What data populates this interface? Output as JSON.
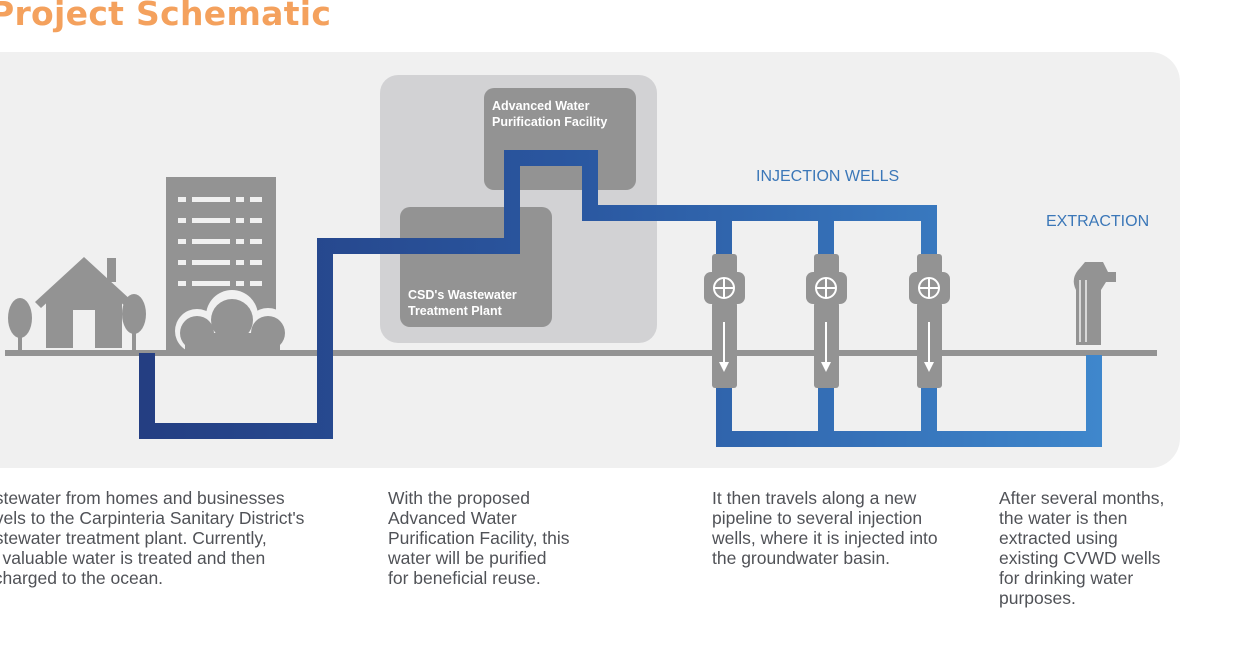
{
  "title": "Project Schematic",
  "labels": {
    "awpf": [
      "Advanced Water",
      "Purification Facility"
    ],
    "csd": [
      "CSD's Wastewater",
      "Treatment Plant"
    ],
    "injection": "INJECTION WELLS",
    "extraction": "EXTRACTION"
  },
  "captions": [
    "astewater from homes and businesses\navels to the Carpinteria Sanitary District's\nastewater treatment plant. Currently,\nis valuable water is treated and then\nscharged to the ocean.",
    "With the proposed\nAdvanced Water\nPurification Facility, this\nwater will be purified\nfor beneficial reuse.",
    "It then travels along a new\npipeline to several injection\nwells, where it is injected into\nthe groundwater basin.",
    "After several months,\nthe water is then\nextracted using\nexisting CVWD wells\nfor drinking water\npurposes."
  ],
  "colors": {
    "title": "#f4a15d",
    "pipe_dark": "#243e82",
    "pipe_light": "#3f87cc",
    "panel": "#f0f0f0",
    "facility_box": "#d2d2d4",
    "building": "#939393"
  },
  "icons": [
    "house-icon",
    "tree-icon",
    "office-building-icon",
    "shrub-icon",
    "well-valve-icon",
    "down-arrow-icon",
    "extraction-faucet-icon"
  ]
}
